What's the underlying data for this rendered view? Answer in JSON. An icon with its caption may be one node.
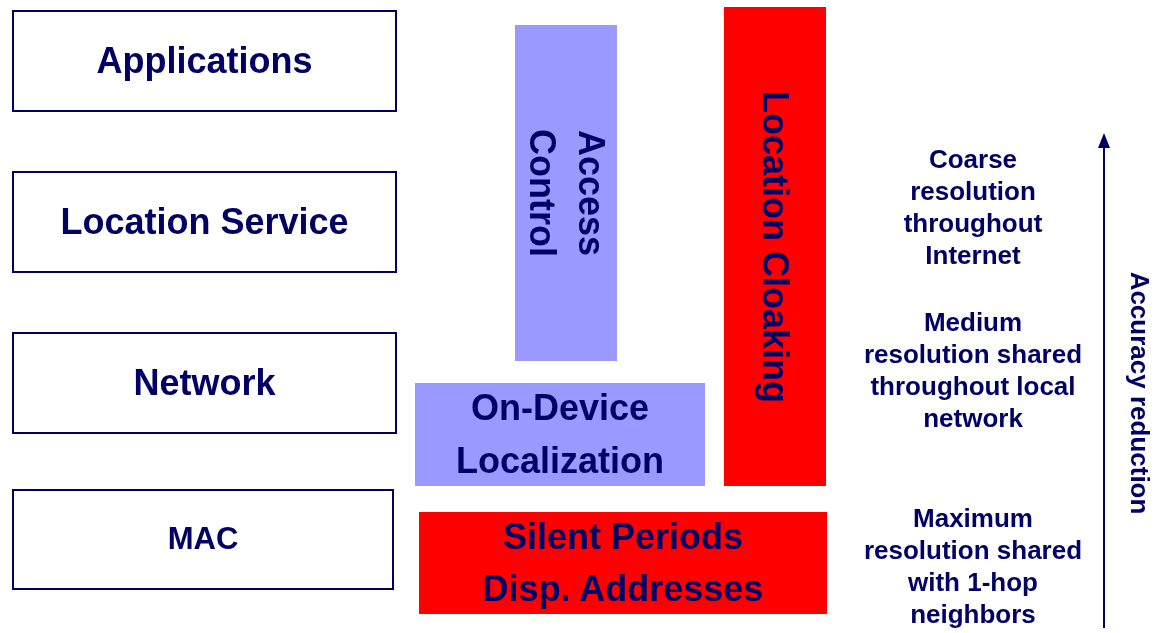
{
  "diagram": {
    "nodes": [
      {
        "text": [
          "Applications"
        ]
      },
      {
        "text": [
          "Location Service"
        ]
      },
      {
        "text": [
          "Network"
        ]
      },
      {
        "text": [
          "MAC"
        ]
      },
      {
        "text": [
          "Access Control"
        ]
      },
      {
        "text": [
          "On-Device Localization"
        ]
      },
      {
        "text": [
          "Location Cloaking"
        ]
      },
      {
        "text": [
          "Silent Periods",
          "Disp. Addresses"
        ]
      }
    ],
    "edges": [],
    "labels": [
      "Coarse resolution throughout Internet",
      "Medium resolution shared throughout local network",
      "Maximum resolution shared with 1-hop neighbors",
      "Accuracy reduction"
    ]
  }
}
